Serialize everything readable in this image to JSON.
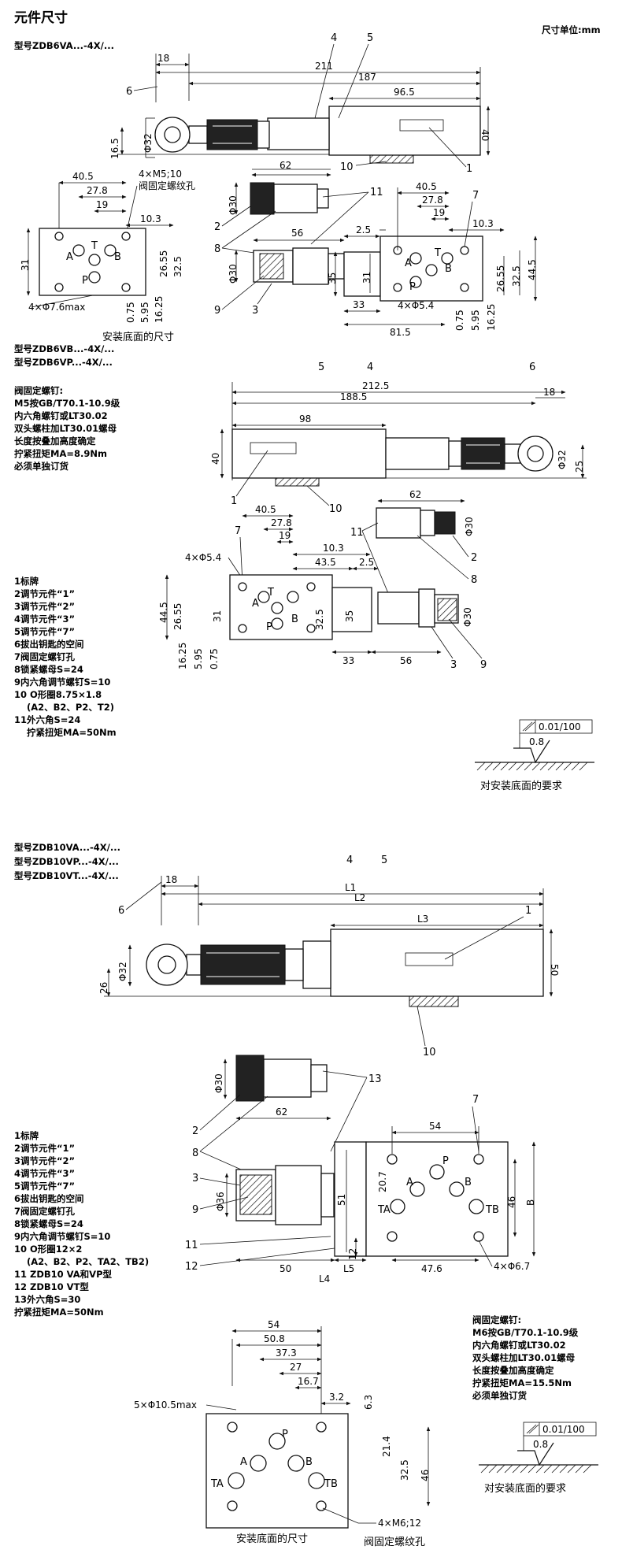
{
  "header": {
    "title": "元件尺寸",
    "unit_note": "尺寸单位:mm"
  },
  "s1": {
    "model": "型号ZDB6VA...-4X/...",
    "dims": {
      "d18": "18",
      "d211": "211",
      "d187": "187",
      "d96_5": "96.5",
      "d40": "40",
      "d16_5": "16.5",
      "dphi32": "Φ32",
      "d62": "62",
      "dphi30a": "Φ30",
      "dphi30b": "Φ30",
      "d56": "56",
      "d2_5": "2.5",
      "d35": "35",
      "d31b": "31",
      "d33": "33",
      "d81_5": "81.5",
      "d40_5a": "40.5",
      "d27_8a": "27.8",
      "d19a": "19",
      "d10_3a": "10.3",
      "d31a": "31",
      "d26_55a": "26.55",
      "d32_5a": "32.5",
      "d0_75a": "0.75",
      "d5_95a": "5.95",
      "d16_25a": "16.25",
      "m5": "4×M5;10",
      "m5note": "阀固定螺纹孔",
      "phi7_6": "4×Φ7.6max",
      "d40_5b": "40.5",
      "d27_8b": "27.8",
      "d19b": "19",
      "d10_3b": "10.3",
      "d26_55b": "26.55",
      "d32_5b": "32.5",
      "d44_5b": "44.5",
      "phi5_4b": "4×Φ5.4",
      "d0_75b": "0.75",
      "d5_95b": "5.95",
      "d16_25b": "16.25"
    },
    "callouts": {
      "c1": "1",
      "c2": "2",
      "c3": "3",
      "c4": "4",
      "c5": "5",
      "c6": "6",
      "c7": "7",
      "c8": "8",
      "c9": "9",
      "c10": "10",
      "c11": "11"
    },
    "ports": {
      "A": "A",
      "B": "B",
      "P": "P",
      "T": "T",
      "A2": "A",
      "B2": "B",
      "P2": "P",
      "T2": "T"
    },
    "base_caption": "安装底面的尺寸"
  },
  "s2": {
    "model1": "型号ZDB6VB...-4X/...",
    "model2": "型号ZDB6VP...-4X/...",
    "screw_notes": [
      "阀固定螺钉:",
      "M5按GB/T70.1-10.9级",
      "内六角螺钉或LT30.02",
      "双头螺柱加LT30.01螺母",
      "长度按叠加高度确定",
      "拧紧扭矩MA=8.9Nm",
      "必须单独订货"
    ],
    "legend": [
      "1标牌",
      "2调节元件“1”",
      "3调节元件“2”",
      "4调节元件“3”",
      "5调节元件“7”",
      "6拔出钥匙的空间",
      "7阀固定螺钉孔",
      "8锁紧螺母S=24",
      "9内六角调节螺钉S=10",
      "10 O形圈8.75×1.8",
      "(A2、B2、P2、T2)",
      "11外六角S=24",
      "拧紧扭矩MA=50Nm"
    ],
    "dims": {
      "d212_5": "212.5",
      "d188_5": "188.5",
      "d18": "18",
      "d98": "98",
      "d40": "40",
      "dphi32": "Φ32",
      "d25": "25",
      "d62": "62",
      "dphi30a": "Φ30",
      "dphi30b": "Φ30",
      "d40_5": "40.5",
      "d27_8": "27.8",
      "d19": "19",
      "d10_3": "10.3",
      "d43_5": "43.5",
      "d2_5": "2.5",
      "phi5_4": "4×Φ5.4",
      "d44_5": "44.5",
      "d26_55": "26.55",
      "d31": "31",
      "d32_5": "32.5",
      "d35": "35",
      "d16_25": "16.25",
      "d5_95": "5.95",
      "d0_75": "0.75",
      "d33": "33",
      "d56": "56"
    },
    "callouts": {
      "c1": "1",
      "c2": "2",
      "c3": "3",
      "c4": "4",
      "c5": "5",
      "c6": "6",
      "c7": "7",
      "c8": "8",
      "c9": "9",
      "c10": "10",
      "c11": "11"
    },
    "ports": {
      "A": "A",
      "B": "B",
      "P": "P",
      "T": "T"
    },
    "roughness": {
      "flatness": "0.01/100",
      "ra": "0.8",
      "caption": "对安装底面的要求"
    }
  },
  "s3": {
    "models": [
      "型号ZDB10VA...-4X/...",
      "型号ZDB10VP...-4X/...",
      "型号ZDB10VT...-4X/..."
    ],
    "legend": [
      "1标牌",
      "2调节元件“1”",
      "3调节元件“2”",
      "4调节元件“3”",
      "5调节元件“7”",
      "6拔出钥匙的空间",
      "7阀固定螺钉孔",
      "8锁紧螺母S=24",
      "9内六角调节螺钉S=10",
      "10 O形圈12×2",
      "(A2、B2、P2、TA2、TB2)",
      "11 ZDB10 VA和VP型",
      "12 ZDB10 VT型",
      "13外六角S=30",
      "拧紧扭矩MA=50Nm"
    ],
    "screw_notes": [
      "阀固定螺钉:",
      "M6按GB/T70.1-10.9级",
      "内六角螺钉或LT30.02",
      "双头螺柱加LT30.01螺母",
      "长度按叠加高度确定",
      "拧紧扭矩MA=15.5Nm",
      "必须单独订货"
    ],
    "dims": {
      "d18": "18",
      "L1": "L1",
      "L2": "L2",
      "L3": "L3",
      "d50": "50",
      "dphi32": "Φ32",
      "d26": "26",
      "dphi30": "Φ30",
      "d62": "62",
      "dphi36": "Φ36",
      "d54a": "54",
      "d20_7": "20.7",
      "d46a": "46",
      "B": "B",
      "d51": "51",
      "d12": "12",
      "d50b": "50",
      "L5": "L5",
      "d47_6": "47.6",
      "L4": "L4",
      "phi6_7": "4×Φ6.7",
      "d54b": "54",
      "d50_8": "50.8",
      "d37_3": "37.3",
      "d27": "27",
      "d16_7": "16.7",
      "d3_2": "3.2",
      "d6_3": "6.3",
      "d21_4": "21.4",
      "d32_5": "32.5",
      "d46b": "46",
      "phi10_5": "5×Φ10.5max",
      "m6": "4×M6;12",
      "m6note": "阀固定螺纹孔"
    },
    "callouts": {
      "c1": "1",
      "c2": "2",
      "c3": "3",
      "c4": "4",
      "c5": "5",
      "c6": "6",
      "c7": "7",
      "c8": "8",
      "c9": "9",
      "c10": "10",
      "c11": "11",
      "c12": "12",
      "c13": "13"
    },
    "ports": {
      "A": "A",
      "B": "B",
      "P": "P",
      "TA": "TA",
      "TB": "TB",
      "A2": "A",
      "B2": "B",
      "P2": "P",
      "TA2": "TA",
      "TB2": "TB"
    },
    "base_caption": "安装底面的尺寸",
    "roughness": {
      "flatness": "0.01/100",
      "ra": "0.8",
      "caption": "对安装底面的要求"
    }
  }
}
